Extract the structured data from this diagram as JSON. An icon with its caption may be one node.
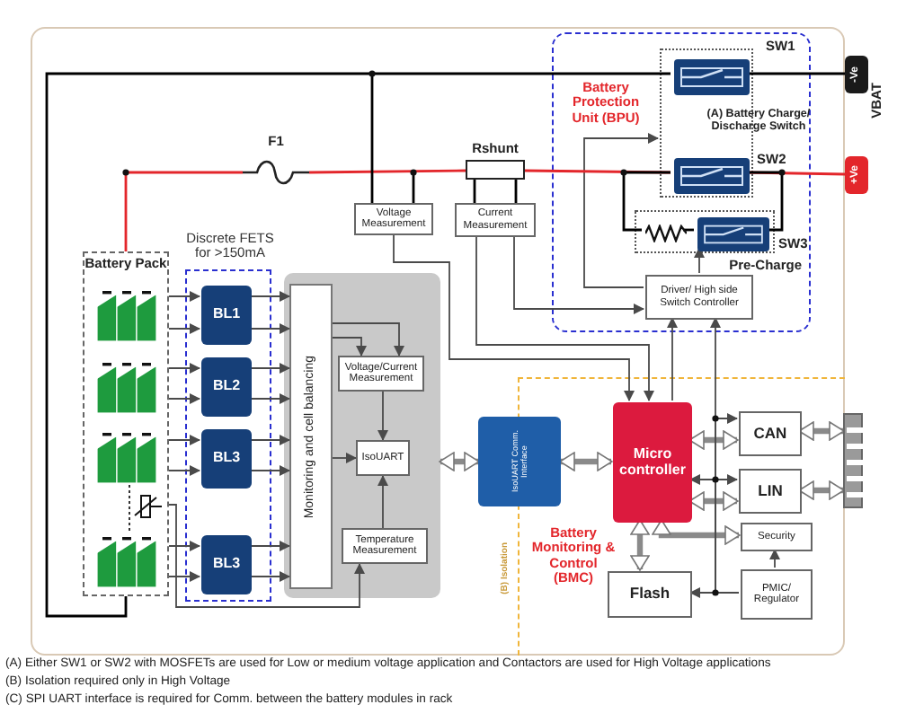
{
  "diagram": {
    "nodes": [
      {
        "text": [
          "Battery Pack"
        ]
      },
      {
        "text": [
          "Discrete FETS for >150mA"
        ]
      },
      {
        "text": [
          "BL1"
        ],
        "in": 1
      },
      {
        "text": [
          "BL2"
        ],
        "in": 1
      },
      {
        "text": [
          "BL3"
        ],
        "in": 1
      },
      {
        "text": [
          "BL3"
        ],
        "in": 1
      },
      {
        "text": [],
        "shape": "box"
      },
      {
        "text": [
          "Monitoring and cell balancing"
        ],
        "in": 6
      },
      {
        "text": [
          "Voltage/Current Measurement"
        ],
        "in": 6
      },
      {
        "text": [
          "IsoUART"
        ],
        "in": 6
      },
      {
        "text": [
          "Temperature Measurement"
        ],
        "in": 6
      },
      {
        "text": [
          "IsoUART Comm. Interface"
        ]
      },
      {
        "text": [
          "Battery Protection Unit (BPU)",
          "(A) Battery Charge/ Discharge Switch"
        ]
      },
      {
        "text": [],
        "shape": "box",
        "in": 12
      },
      {
        "text": [],
        "shape": "box",
        "in": 13,
        "beside": [
          "SW1"
        ]
      },
      {
        "text": [],
        "shape": "box",
        "in": 13,
        "beside": [
          "SW2"
        ]
      },
      {
        "text": [
          "Pre-Charge"
        ],
        "in": 12
      },
      {
        "text": [],
        "shape": "box",
        "in": 16,
        "beside": [
          "SW3"
        ]
      },
      {
        "text": [
          "Driver/ High side Switch Controller"
        ],
        "in": 12
      },
      {
        "text": [
          "Voltage Measurement"
        ]
      },
      {
        "text": [
          "Current Measurement"
        ]
      },
      {
        "text": [
          "Rshunt"
        ]
      },
      {
        "text": [
          "F1"
        ]
      },
      {
        "text": [
          "Battery Monitoring & Control (BMC)"
        ]
      },
      {
        "text": [
          "Micro controller"
        ],
        "in": 23
      },
      {
        "text": [
          "CAN"
        ],
        "in": 23
      },
      {
        "text": [
          "LIN"
        ],
        "in": 23
      },
      {
        "text": [
          "Security"
        ],
        "in": 23
      },
      {
        "text": [
          "PMIC/ Regulator"
        ],
        "in": 23
      },
      {
        "text": [
          "Flash"
        ],
        "in": 23
      },
      {
        "text": [],
        "shape": "bar"
      },
      {
        "text": [
          "-Ve"
        ]
      },
      {
        "text": [
          "+Ve"
        ]
      },
      {
        "text": [],
        "shape": "resistor",
        "in": 16
      }
    ],
    "edges": [
      {
        "from": 0,
        "to": 2,
        "arrow": "to"
      },
      {
        "from": 0,
        "to": 2,
        "arrow": "to"
      },
      {
        "from": 0,
        "to": 3,
        "arrow": "to"
      },
      {
        "from": 0,
        "to": 3,
        "arrow": "to"
      },
      {
        "from": 0,
        "to": 4,
        "arrow": "to"
      },
      {
        "from": 0,
        "to": 4,
        "arrow": "to"
      },
      {
        "from": 0,
        "to": 5,
        "arrow": "to"
      },
      {
        "from": 0,
        "to": 5,
        "arrow": "to"
      },
      {
        "from": 2,
        "to": 7,
        "arrow": "to"
      },
      {
        "from": 2,
        "to": 7,
        "arrow": "to"
      },
      {
        "from": 3,
        "to": 7,
        "arrow": "to"
      },
      {
        "from": 3,
        "to": 7,
        "arrow": "to"
      },
      {
        "from": 4,
        "to": 7,
        "arrow": "to"
      },
      {
        "from": 4,
        "to": 7,
        "arrow": "to"
      },
      {
        "from": 5,
        "to": 7,
        "arrow": "to"
      },
      {
        "from": 5,
        "to": 7,
        "arrow": "to"
      },
      {
        "from": 7,
        "to": 8,
        "arrow": "to"
      },
      {
        "from": 7,
        "to": 8,
        "arrow": "to"
      },
      {
        "from": 7,
        "to": 9,
        "arrow": "to"
      },
      {
        "from": 8,
        "to": 9,
        "arrow": "to"
      },
      {
        "from": 10,
        "to": 9,
        "arrow": "to"
      },
      {
        "from": 0,
        "to": 10,
        "arrow": "to"
      },
      {
        "from": 6,
        "to": 11,
        "arrow": "both",
        "style": "thick"
      },
      {
        "from": 11,
        "to": 24,
        "arrow": "both",
        "style": "thick"
      },
      {
        "from": 24,
        "to": 25,
        "arrow": "both",
        "style": "thick"
      },
      {
        "from": 24,
        "to": 26,
        "arrow": "both",
        "style": "thick"
      },
      {
        "from": 24,
        "to": 27,
        "arrow": "both",
        "style": "thick"
      },
      {
        "from": 24,
        "to": 29,
        "arrow": "both",
        "style": "thick"
      },
      {
        "from": 25,
        "to": 30,
        "arrow": "both",
        "style": "thick"
      },
      {
        "from": 26,
        "to": 30,
        "arrow": "both",
        "style": "thick"
      },
      {
        "from": 28,
        "to": 27,
        "arrow": "to"
      },
      {
        "from": 28,
        "to": 29,
        "arrow": "to"
      },
      {
        "from": 28,
        "to": 24,
        "arrow": "to"
      },
      {
        "from": 28,
        "to": 25,
        "arrow": "to"
      },
      {
        "from": 28,
        "to": 26,
        "arrow": "to"
      },
      {
        "from": 28,
        "to": 18,
        "arrow": "to"
      },
      {
        "from": 24,
        "to": 18,
        "arrow": "to"
      },
      {
        "from": 19,
        "to": 24,
        "arrow": "to"
      },
      {
        "from": 20,
        "to": 24,
        "arrow": "to"
      },
      {
        "from": 20,
        "to": 18,
        "arrow": "to"
      },
      {
        "from": 18,
        "to": 13,
        "arrow": "to"
      },
      {
        "from": 18,
        "to": 17,
        "arrow": "to"
      },
      {
        "from": 0,
        "to": 22,
        "arrow": "none",
        "color": "#e3262b"
      },
      {
        "from": 22,
        "to": 21,
        "arrow": "none",
        "color": "#e3262b"
      },
      {
        "from": 21,
        "to": 15,
        "arrow": "none",
        "color": "#e3262b"
      },
      {
        "from": 15,
        "to": 32,
        "arrow": "none",
        "color": "#e3262b"
      },
      {
        "from": 0,
        "to": 14,
        "arrow": "none",
        "color": "#000000"
      },
      {
        "from": 14,
        "to": 31,
        "arrow": "none",
        "color": "#000000"
      },
      {
        "from": null,
        "to": 19,
        "arrow": "none",
        "color": "#000000"
      },
      {
        "from": null,
        "to": 19,
        "arrow": "none",
        "color": "#000000"
      },
      {
        "from": 21,
        "to": 20,
        "arrow": "none",
        "color": "#000000"
      },
      {
        "from": 21,
        "to": 20,
        "arrow": "none",
        "color": "#000000"
      },
      {
        "from": 15,
        "to": 33,
        "arrow": "none",
        "color": "#000000"
      },
      {
        "from": 33,
        "to": 17,
        "arrow": "none",
        "color": "#000000"
      },
      {
        "from": 17,
        "to": 15,
        "arrow": "none",
        "color": "#000000"
      }
    ],
    "labels": [
      "VBAT",
      "(B) Isolation",
      "(A) Either SW1 or SW2 with MOSFETs are used for Low or medium voltage application and Contactors are used for High Voltage applications",
      "(B) Isolation required only in High Voltage",
      "(C) SPI UART interface is required for Comm. between  the battery modules in rack"
    ]
  }
}
